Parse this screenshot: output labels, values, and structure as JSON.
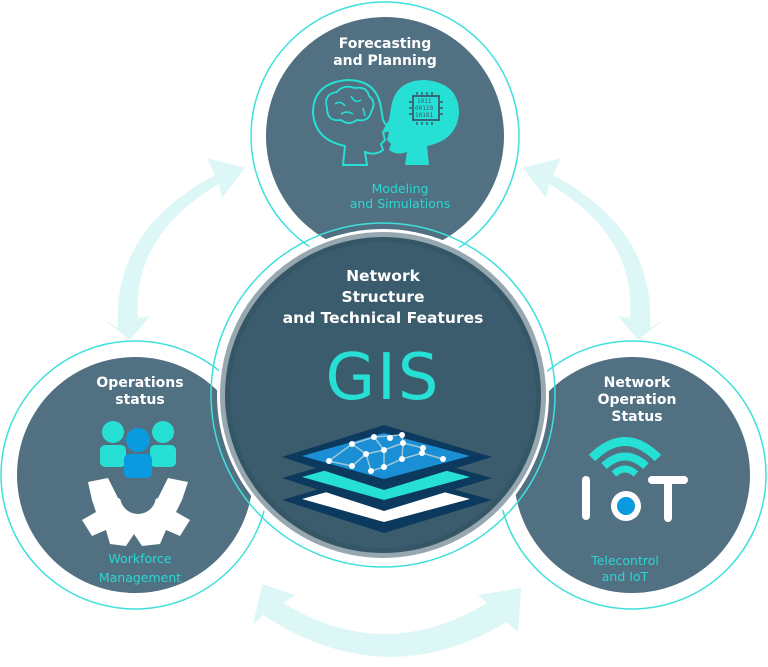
{
  "diagram": {
    "colors": {
      "circle_fill": "#517182",
      "center_fill": "#3b5c6c",
      "ring_stroke": "#3ee0dc",
      "accent_teal": "#27e0d5",
      "accent_blue": "#0a9adf",
      "arrow_fill": "#dcf7f6",
      "dark_navy": "#0b3a5e"
    },
    "center": {
      "title_line1": "Network",
      "title_line2": "Structure",
      "title_line3": "and Technical Features",
      "big_label": "GIS",
      "icon": "map-layers-icon"
    },
    "top": {
      "title_line1": "Forecasting",
      "title_line2": "and Planning",
      "subtitle_line1": "Modeling",
      "subtitle_line2": "and Simulations",
      "icon": "brain-ai-heads-icon",
      "chip_text": [
        "1011",
        "00110",
        "10101"
      ]
    },
    "left": {
      "title_line1": "Operations",
      "title_line2": "status",
      "subtitle_line1": "Workforce",
      "subtitle_line2": "Management",
      "icon": "team-gear-icon"
    },
    "right": {
      "title_line1": "Network",
      "title_line2": "Operation",
      "title_line3": "Status",
      "subtitle_line1": "Telecontrol",
      "subtitle_line2": "and IoT",
      "icon": "iot-wifi-icon"
    },
    "arrows": [
      "bidirectional-arrow-left-top",
      "bidirectional-arrow-top-right",
      "bidirectional-arrow-bottom"
    ]
  }
}
